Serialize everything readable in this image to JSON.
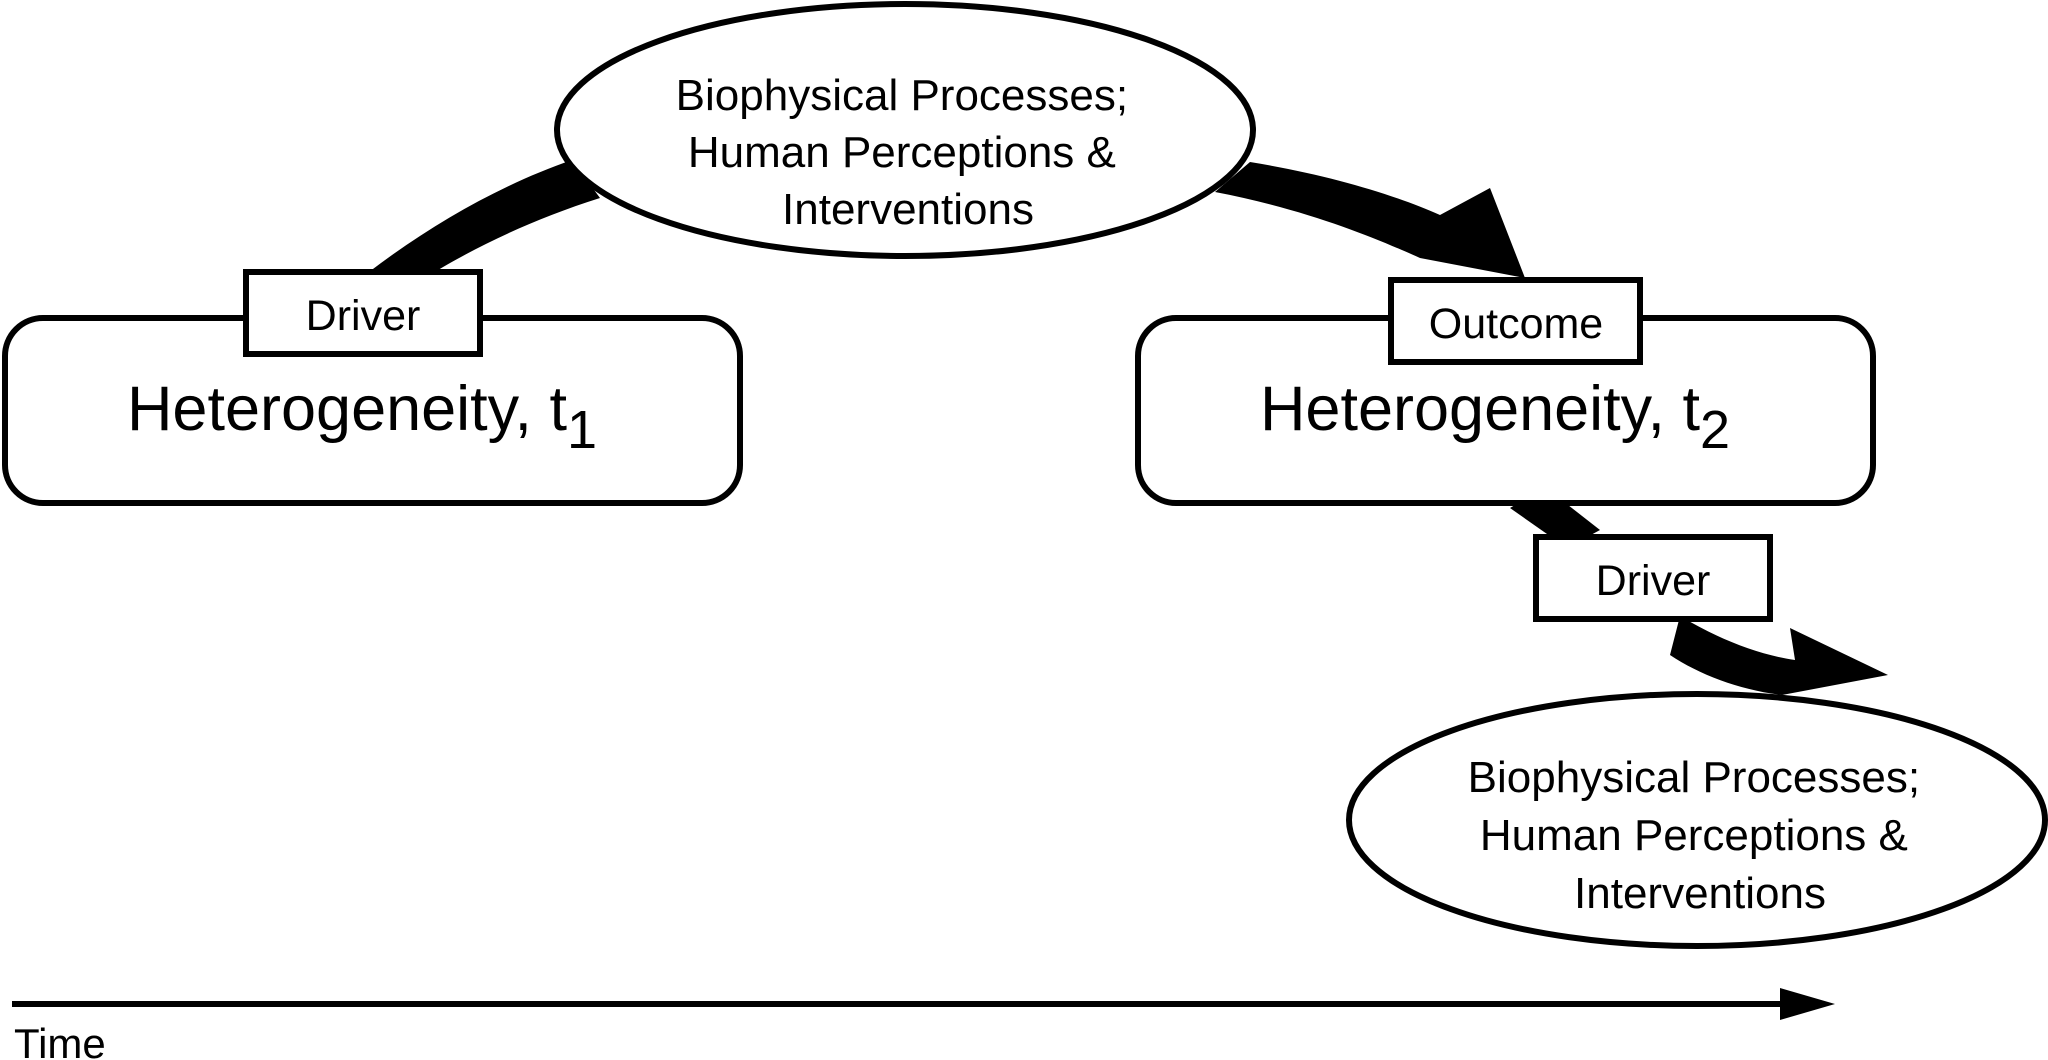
{
  "process_top": {
    "lines": [
      "Biophysical Processes;",
      "Human Perceptions &",
      "Interventions"
    ]
  },
  "process_bottom": {
    "lines": [
      "Biophysical Processes;",
      "Human Perceptions &",
      "Interventions"
    ]
  },
  "state_t1": {
    "label": "Heterogeneity, t",
    "subscript": "1"
  },
  "state_t2": {
    "label": "Heterogeneity, t",
    "subscript": "2"
  },
  "tags": {
    "driver_1": "Driver",
    "outcome": "Outcome",
    "driver_2": "Driver"
  },
  "time_axis": {
    "label": "Time"
  },
  "colors": {
    "ink": "#000000",
    "background": "#ffffff"
  }
}
